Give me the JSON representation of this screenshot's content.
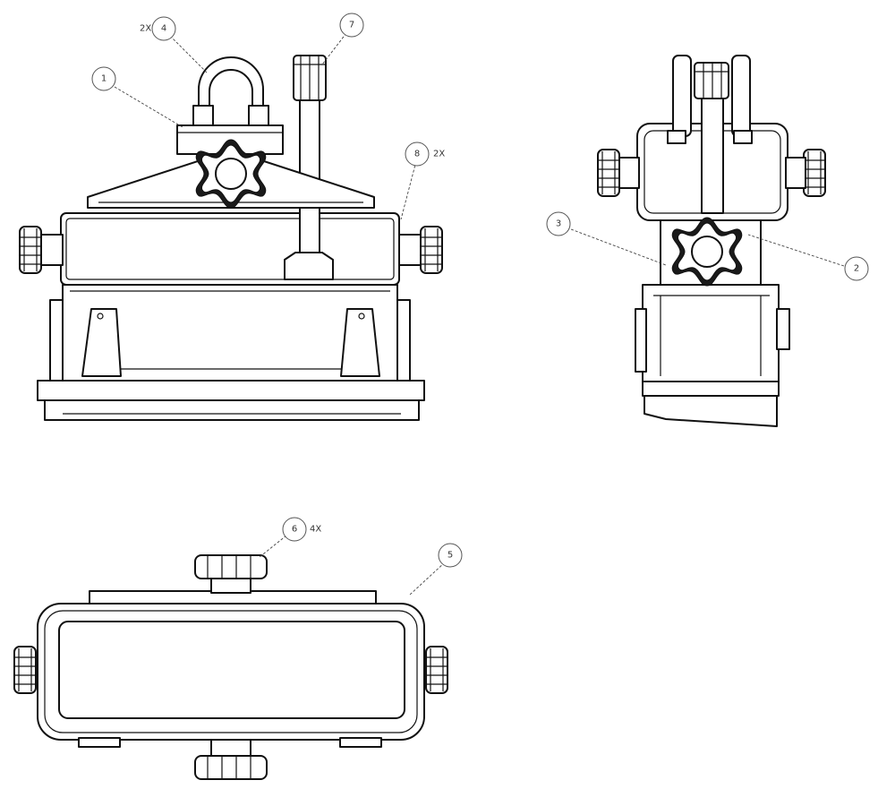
{
  "callouts": {
    "c1": {
      "num": "1",
      "qty": ""
    },
    "c2": {
      "num": "2",
      "qty": ""
    },
    "c3": {
      "num": "3",
      "qty": ""
    },
    "c4": {
      "num": "4",
      "qty": "2X"
    },
    "c5": {
      "num": "5",
      "qty": ""
    },
    "c6": {
      "num": "6",
      "qty": "4X"
    },
    "c7": {
      "num": "7",
      "qty": ""
    },
    "c8": {
      "num": "8",
      "qty": "2X"
    }
  }
}
